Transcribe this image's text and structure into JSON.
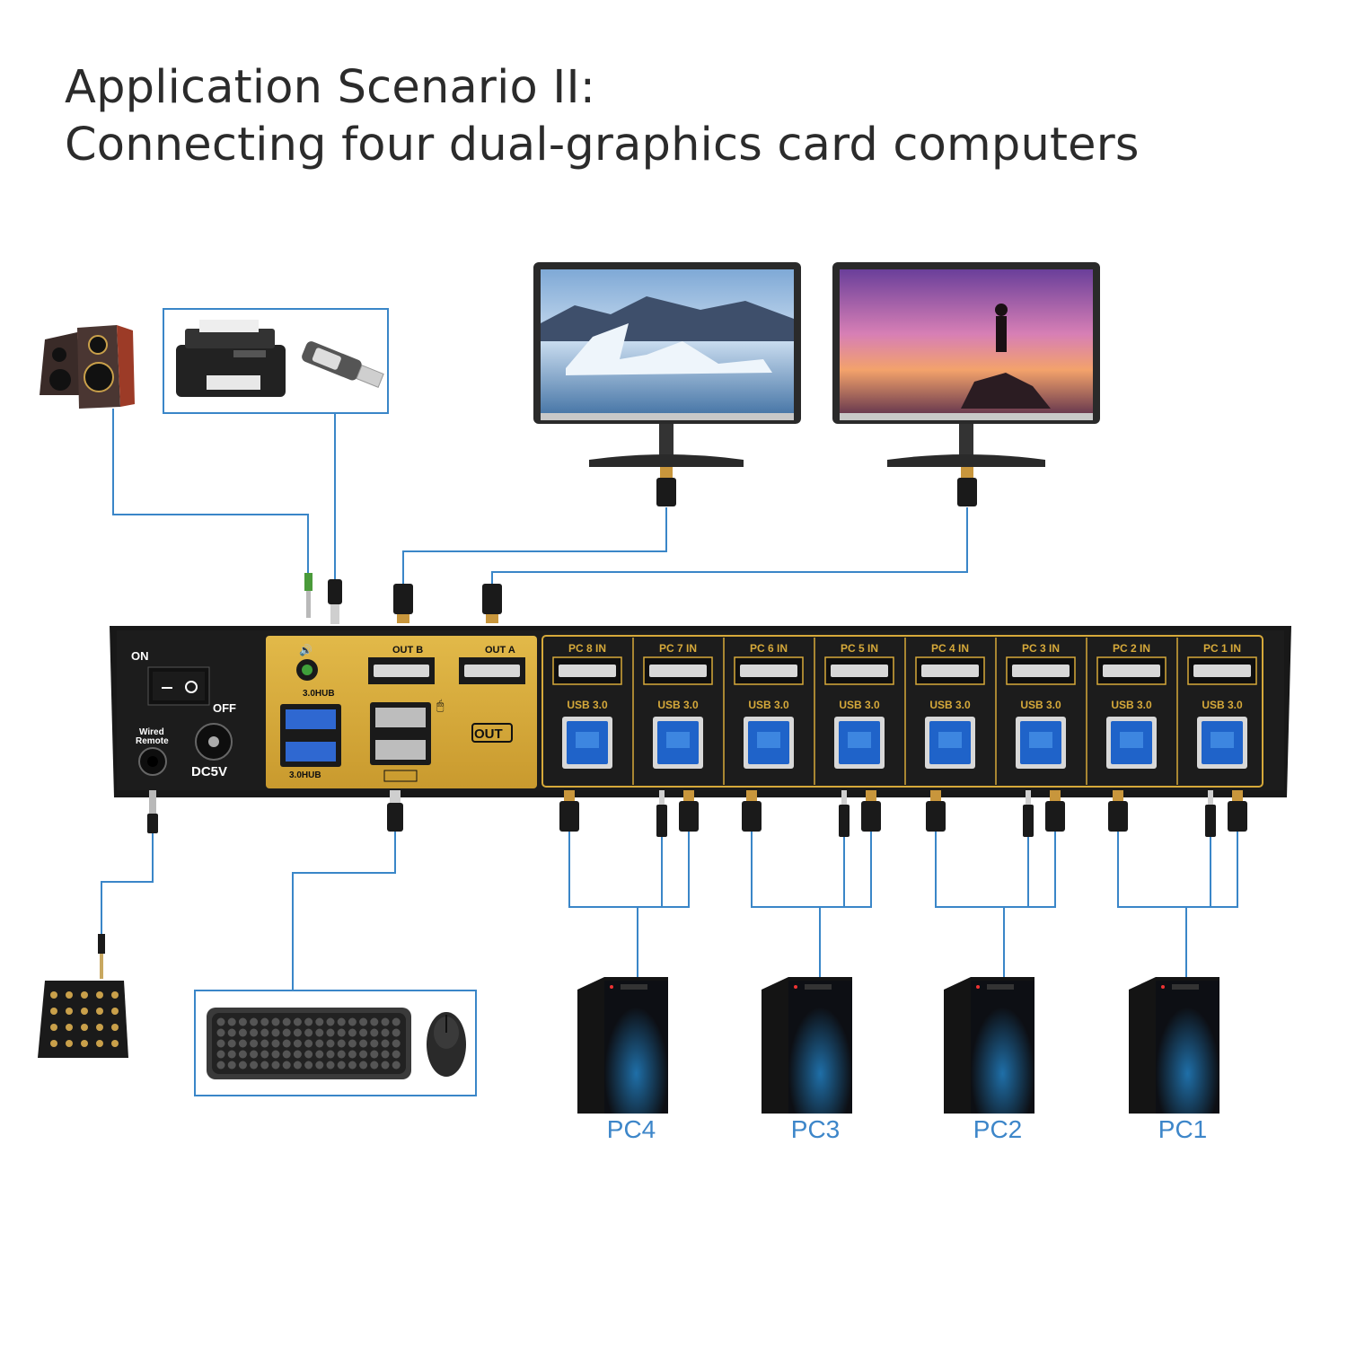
{
  "title": {
    "line1": "Application Scenario II:",
    "line2": "Connecting four dual-graphics card computers"
  },
  "colors": {
    "cable": "#3a86c8",
    "panel_gold": "#d6a93a",
    "device_black": "#181818",
    "usb_blue": "#1f63c9",
    "pc_label": "#3d86c9"
  },
  "kvm": {
    "on_label": "ON",
    "off_label": "OFF",
    "remote_label_1": "Wired",
    "remote_label_2": "Remote",
    "dc_label": "DC5V",
    "hub_label_top": "3.0HUB",
    "hub_label_bottom": "3.0HUB",
    "out_b_label": "OUT B",
    "out_a_label": "OUT A",
    "out_badge": "OUT",
    "inputs": [
      {
        "label": "PC 8 IN",
        "usb": "USB 3.0"
      },
      {
        "label": "PC 7 IN",
        "usb": "USB 3.0"
      },
      {
        "label": "PC 6 IN",
        "usb": "USB 3.0"
      },
      {
        "label": "PC 5 IN",
        "usb": "USB 3.0"
      },
      {
        "label": "PC 4 IN",
        "usb": "USB 3.0"
      },
      {
        "label": "PC 3 IN",
        "usb": "USB 3.0"
      },
      {
        "label": "PC 2 IN",
        "usb": "USB 3.0"
      },
      {
        "label": "PC 1 IN",
        "usb": "USB 3.0"
      }
    ]
  },
  "computers": [
    "PC4",
    "PC3",
    "PC2",
    "PC1"
  ],
  "icons": [
    "speakers-icon",
    "printer-icon",
    "usb-drive-icon",
    "monitor-icon",
    "remote-keypad-icon",
    "keyboard-icon",
    "mouse-icon",
    "pc-tower-icon",
    "hdmi-plug-icon",
    "usb-b-port-icon"
  ]
}
